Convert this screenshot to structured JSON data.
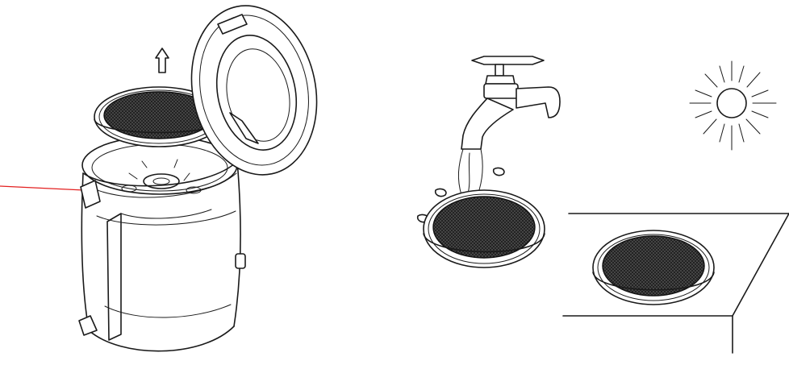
{
  "illustration": {
    "panels": [
      {
        "id": "remove-filter",
        "icon": "appliance-open-lid-icon"
      },
      {
        "id": "rinse-filter",
        "icon": "water-tap-icon"
      },
      {
        "id": "dry-filter",
        "icon": "sun-icon"
      }
    ],
    "pointer_color": "#e32020",
    "line_color": "#1a1a1a",
    "mesh_color": "#2b2b2b"
  }
}
